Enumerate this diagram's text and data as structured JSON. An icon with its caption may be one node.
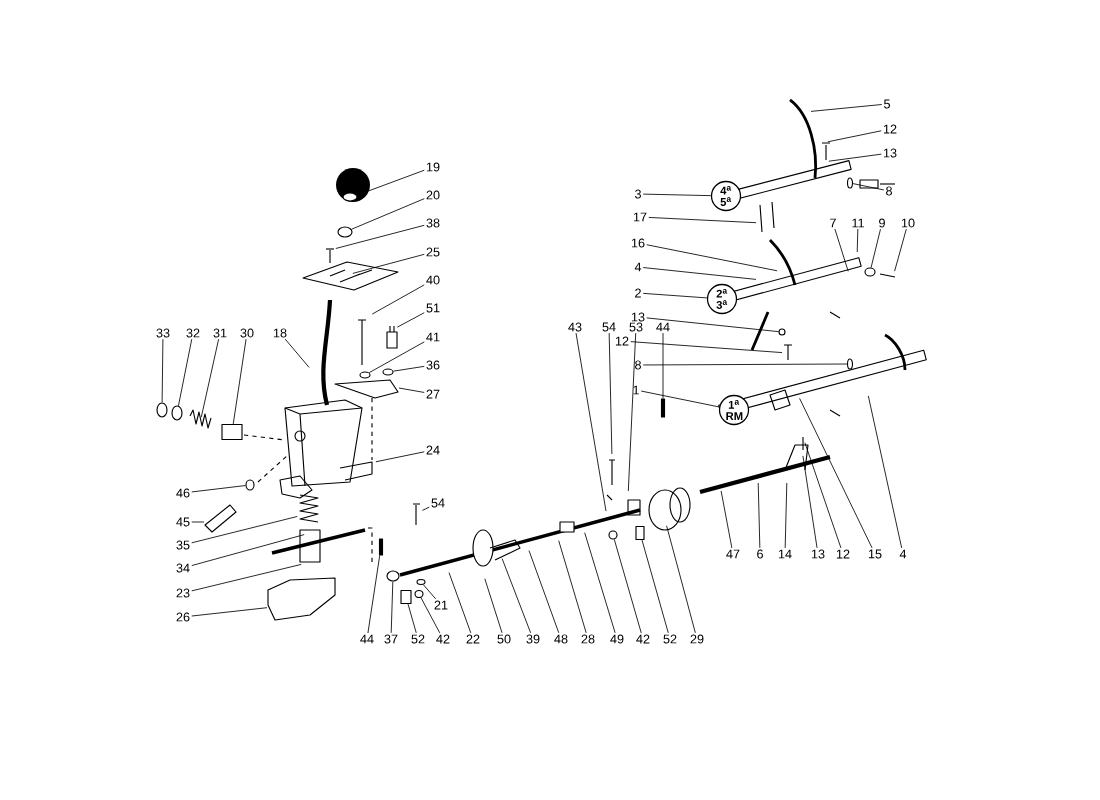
{
  "diagram": {
    "nodes": [
      {
        "text": [
          "19"
        ]
      },
      {
        "text": [
          "5"
        ]
      },
      {
        "text": [
          "20"
        ]
      },
      {
        "text": [
          "12"
        ]
      },
      {
        "text": [
          "13"
        ]
      },
      {
        "text": [
          "8"
        ]
      },
      {
        "text": [
          "3"
        ]
      },
      {
        "text": [
          "38"
        ]
      },
      {
        "text": [
          "17"
        ]
      },
      {
        "text": [
          "7"
        ]
      },
      {
        "text": [
          "11"
        ]
      },
      {
        "text": [
          "9"
        ]
      },
      {
        "text": [
          "10"
        ]
      },
      {
        "text": [
          "16"
        ]
      },
      {
        "text": [
          "25"
        ]
      },
      {
        "text": [
          "4"
        ]
      },
      {
        "text": [
          "40"
        ]
      },
      {
        "text": [
          "2"
        ]
      },
      {
        "text": [
          "51"
        ]
      },
      {
        "text": [
          "13"
        ]
      },
      {
        "text": [
          "33"
        ]
      },
      {
        "text": [
          "32"
        ]
      },
      {
        "text": [
          "31"
        ]
      },
      {
        "text": [
          "30"
        ]
      },
      {
        "text": [
          "18"
        ]
      },
      {
        "text": [
          "41"
        ]
      },
      {
        "text": [
          "12"
        ]
      },
      {
        "text": [
          "36"
        ]
      },
      {
        "text": [
          "8"
        ]
      },
      {
        "text": [
          "1"
        ]
      },
      {
        "text": [
          "27"
        ]
      },
      {
        "text": [
          "43"
        ]
      },
      {
        "text": [
          "54"
        ]
      },
      {
        "text": [
          "53"
        ]
      },
      {
        "text": [
          "44"
        ]
      },
      {
        "text": [
          "24"
        ]
      },
      {
        "text": [
          "46"
        ]
      },
      {
        "text": [
          "54"
        ]
      },
      {
        "text": [
          "45"
        ]
      },
      {
        "text": [
          "35"
        ]
      },
      {
        "text": [
          "34"
        ]
      },
      {
        "text": [
          "23"
        ]
      },
      {
        "text": [
          "21"
        ]
      },
      {
        "text": [
          "26"
        ]
      },
      {
        "text": [
          "47"
        ]
      },
      {
        "text": [
          "6"
        ]
      },
      {
        "text": [
          "14"
        ]
      },
      {
        "text": [
          "13"
        ]
      },
      {
        "text": [
          "12"
        ]
      },
      {
        "text": [
          "15"
        ]
      },
      {
        "text": [
          "4"
        ]
      },
      {
        "text": [
          "44"
        ]
      },
      {
        "text": [
          "37"
        ]
      },
      {
        "text": [
          "52"
        ]
      },
      {
        "text": [
          "42"
        ]
      },
      {
        "text": [
          "22"
        ]
      },
      {
        "text": [
          "50"
        ]
      },
      {
        "text": [
          "39"
        ]
      },
      {
        "text": [
          "48"
        ]
      },
      {
        "text": [
          "28"
        ]
      },
      {
        "text": [
          "49"
        ]
      },
      {
        "text": [
          "42"
        ]
      },
      {
        "text": [
          "52"
        ]
      },
      {
        "text": [
          "29"
        ]
      },
      {
        "text": [
          "4$^{a}$ 5$^{a}$"
        ]
      },
      {
        "text": [
          "2$^{a}$ 3$^{a}$"
        ]
      },
      {
        "text": [
          "1$^{a}$ RM"
        ]
      },
      {
        "text": [],
        "shape": "circle"
      },
      {
        "text": [],
        "shape": "circle"
      },
      {
        "text": [],
        "shape": "circle"
      },
      {
        "text": [],
        "shape": "circle"
      },
      {
        "text": [],
        "shape": "circle"
      },
      {
        "text": [],
        "shape": "circle"
      },
      {
        "text": [],
        "shape": "box"
      },
      {
        "text": [],
        "shape": "circle"
      },
      {
        "text": [],
        "shape": "circle"
      },
      {
        "text": [],
        "shape": "circle"
      },
      {
        "text": [],
        "shape": "bar"
      },
      {
        "text": [],
        "shape": "circle"
      },
      {
        "text": [],
        "shape": "box"
      },
      {
        "text": [],
        "shape": "circle"
      },
      {
        "text": [],
        "shape": "circle"
      },
      {
        "text": [],
        "shape": "circle"
      },
      {
        "text": [],
        "shape": "box"
      },
      {
        "text": [],
        "shape": "circle"
      },
      {
        "text": [],
        "shape": "bar"
      }
    ],
    "edges": [
      {
        "from": 0,
        "to": null,
        "arrow": "none"
      },
      {
        "from": 1,
        "to": null,
        "arrow": "none"
      },
      {
        "from": 2,
        "to": 67,
        "arrow": "none"
      },
      {
        "from": 3,
        "to": null,
        "arrow": "none"
      },
      {
        "from": 4,
        "to": null,
        "arrow": "none"
      },
      {
        "from": 5,
        "to": 68,
        "arrow": "none"
      },
      {
        "from": 6,
        "to": 64,
        "arrow": "none"
      },
      {
        "from": 7,
        "to": null,
        "arrow": "none"
      },
      {
        "from": 8,
        "to": null,
        "arrow": "none"
      },
      {
        "from": 9,
        "to": null,
        "arrow": "none"
      },
      {
        "from": 10,
        "to": null,
        "arrow": "none"
      },
      {
        "from": 11,
        "to": 69,
        "arrow": "none"
      },
      {
        "from": 12,
        "to": null,
        "arrow": "none"
      },
      {
        "from": 13,
        "to": null,
        "arrow": "none"
      },
      {
        "from": 14,
        "to": null,
        "arrow": "none"
      },
      {
        "from": 15,
        "to": null,
        "arrow": "none"
      },
      {
        "from": 16,
        "to": null,
        "arrow": "none"
      },
      {
        "from": 17,
        "to": 65,
        "arrow": "none"
      },
      {
        "from": 18,
        "to": null,
        "arrow": "none"
      },
      {
        "from": 19,
        "to": 70,
        "arrow": "none"
      },
      {
        "from": 20,
        "to": 71,
        "arrow": "none"
      },
      {
        "from": 21,
        "to": 72,
        "arrow": "none"
      },
      {
        "from": 22,
        "to": null,
        "arrow": "none"
      },
      {
        "from": 23,
        "to": 73,
        "arrow": "none"
      },
      {
        "from": 24,
        "to": null,
        "arrow": "none"
      },
      {
        "from": 25,
        "to": 74,
        "arrow": "none"
      },
      {
        "from": 26,
        "to": null,
        "arrow": "none"
      },
      {
        "from": 27,
        "to": 75,
        "arrow": "none"
      },
      {
        "from": 28,
        "to": 76,
        "arrow": "none"
      },
      {
        "from": 29,
        "to": 66,
        "arrow": "none"
      },
      {
        "from": 30,
        "to": null,
        "arrow": "none"
      },
      {
        "from": 31,
        "to": null,
        "arrow": "none"
      },
      {
        "from": 32,
        "to": null,
        "arrow": "none"
      },
      {
        "from": 33,
        "to": null,
        "arrow": "none"
      },
      {
        "from": 34,
        "to": 77,
        "arrow": "none"
      },
      {
        "from": 35,
        "to": null,
        "arrow": "none"
      },
      {
        "from": 36,
        "to": 81,
        "arrow": "none"
      },
      {
        "from": 37,
        "to": null,
        "arrow": "none"
      },
      {
        "from": 38,
        "to": null,
        "arrow": "none"
      },
      {
        "from": 39,
        "to": null,
        "arrow": "none"
      },
      {
        "from": 40,
        "to": null,
        "arrow": "none"
      },
      {
        "from": 41,
        "to": null,
        "arrow": "none"
      },
      {
        "from": 42,
        "to": 84,
        "arrow": "none"
      },
      {
        "from": 43,
        "to": null,
        "arrow": "none"
      },
      {
        "from": 44,
        "to": null,
        "arrow": "none"
      },
      {
        "from": 45,
        "to": null,
        "arrow": "none"
      },
      {
        "from": 46,
        "to": null,
        "arrow": "none"
      },
      {
        "from": 47,
        "to": null,
        "arrow": "none"
      },
      {
        "from": 48,
        "to": null,
        "arrow": "none"
      },
      {
        "from": 49,
        "to": null,
        "arrow": "none"
      },
      {
        "from": 50,
        "to": null,
        "arrow": "none"
      },
      {
        "from": 51,
        "to": 85,
        "arrow": "none"
      },
      {
        "from": 52,
        "to": 78,
        "arrow": "none"
      },
      {
        "from": 53,
        "to": 79,
        "arrow": "none"
      },
      {
        "from": 54,
        "to": 80,
        "arrow": "none"
      },
      {
        "from": 55,
        "to": null,
        "arrow": "none"
      },
      {
        "from": 56,
        "to": null,
        "arrow": "none"
      },
      {
        "from": 57,
        "to": null,
        "arrow": "none"
      },
      {
        "from": 58,
        "to": null,
        "arrow": "none"
      },
      {
        "from": 59,
        "to": null,
        "arrow": "none"
      },
      {
        "from": 60,
        "to": null,
        "arrow": "none"
      },
      {
        "from": 61,
        "to": 82,
        "arrow": "none"
      },
      {
        "from": 62,
        "to": 83,
        "arrow": "none"
      },
      {
        "from": 63,
        "to": null,
        "arrow": "none"
      }
    ]
  }
}
